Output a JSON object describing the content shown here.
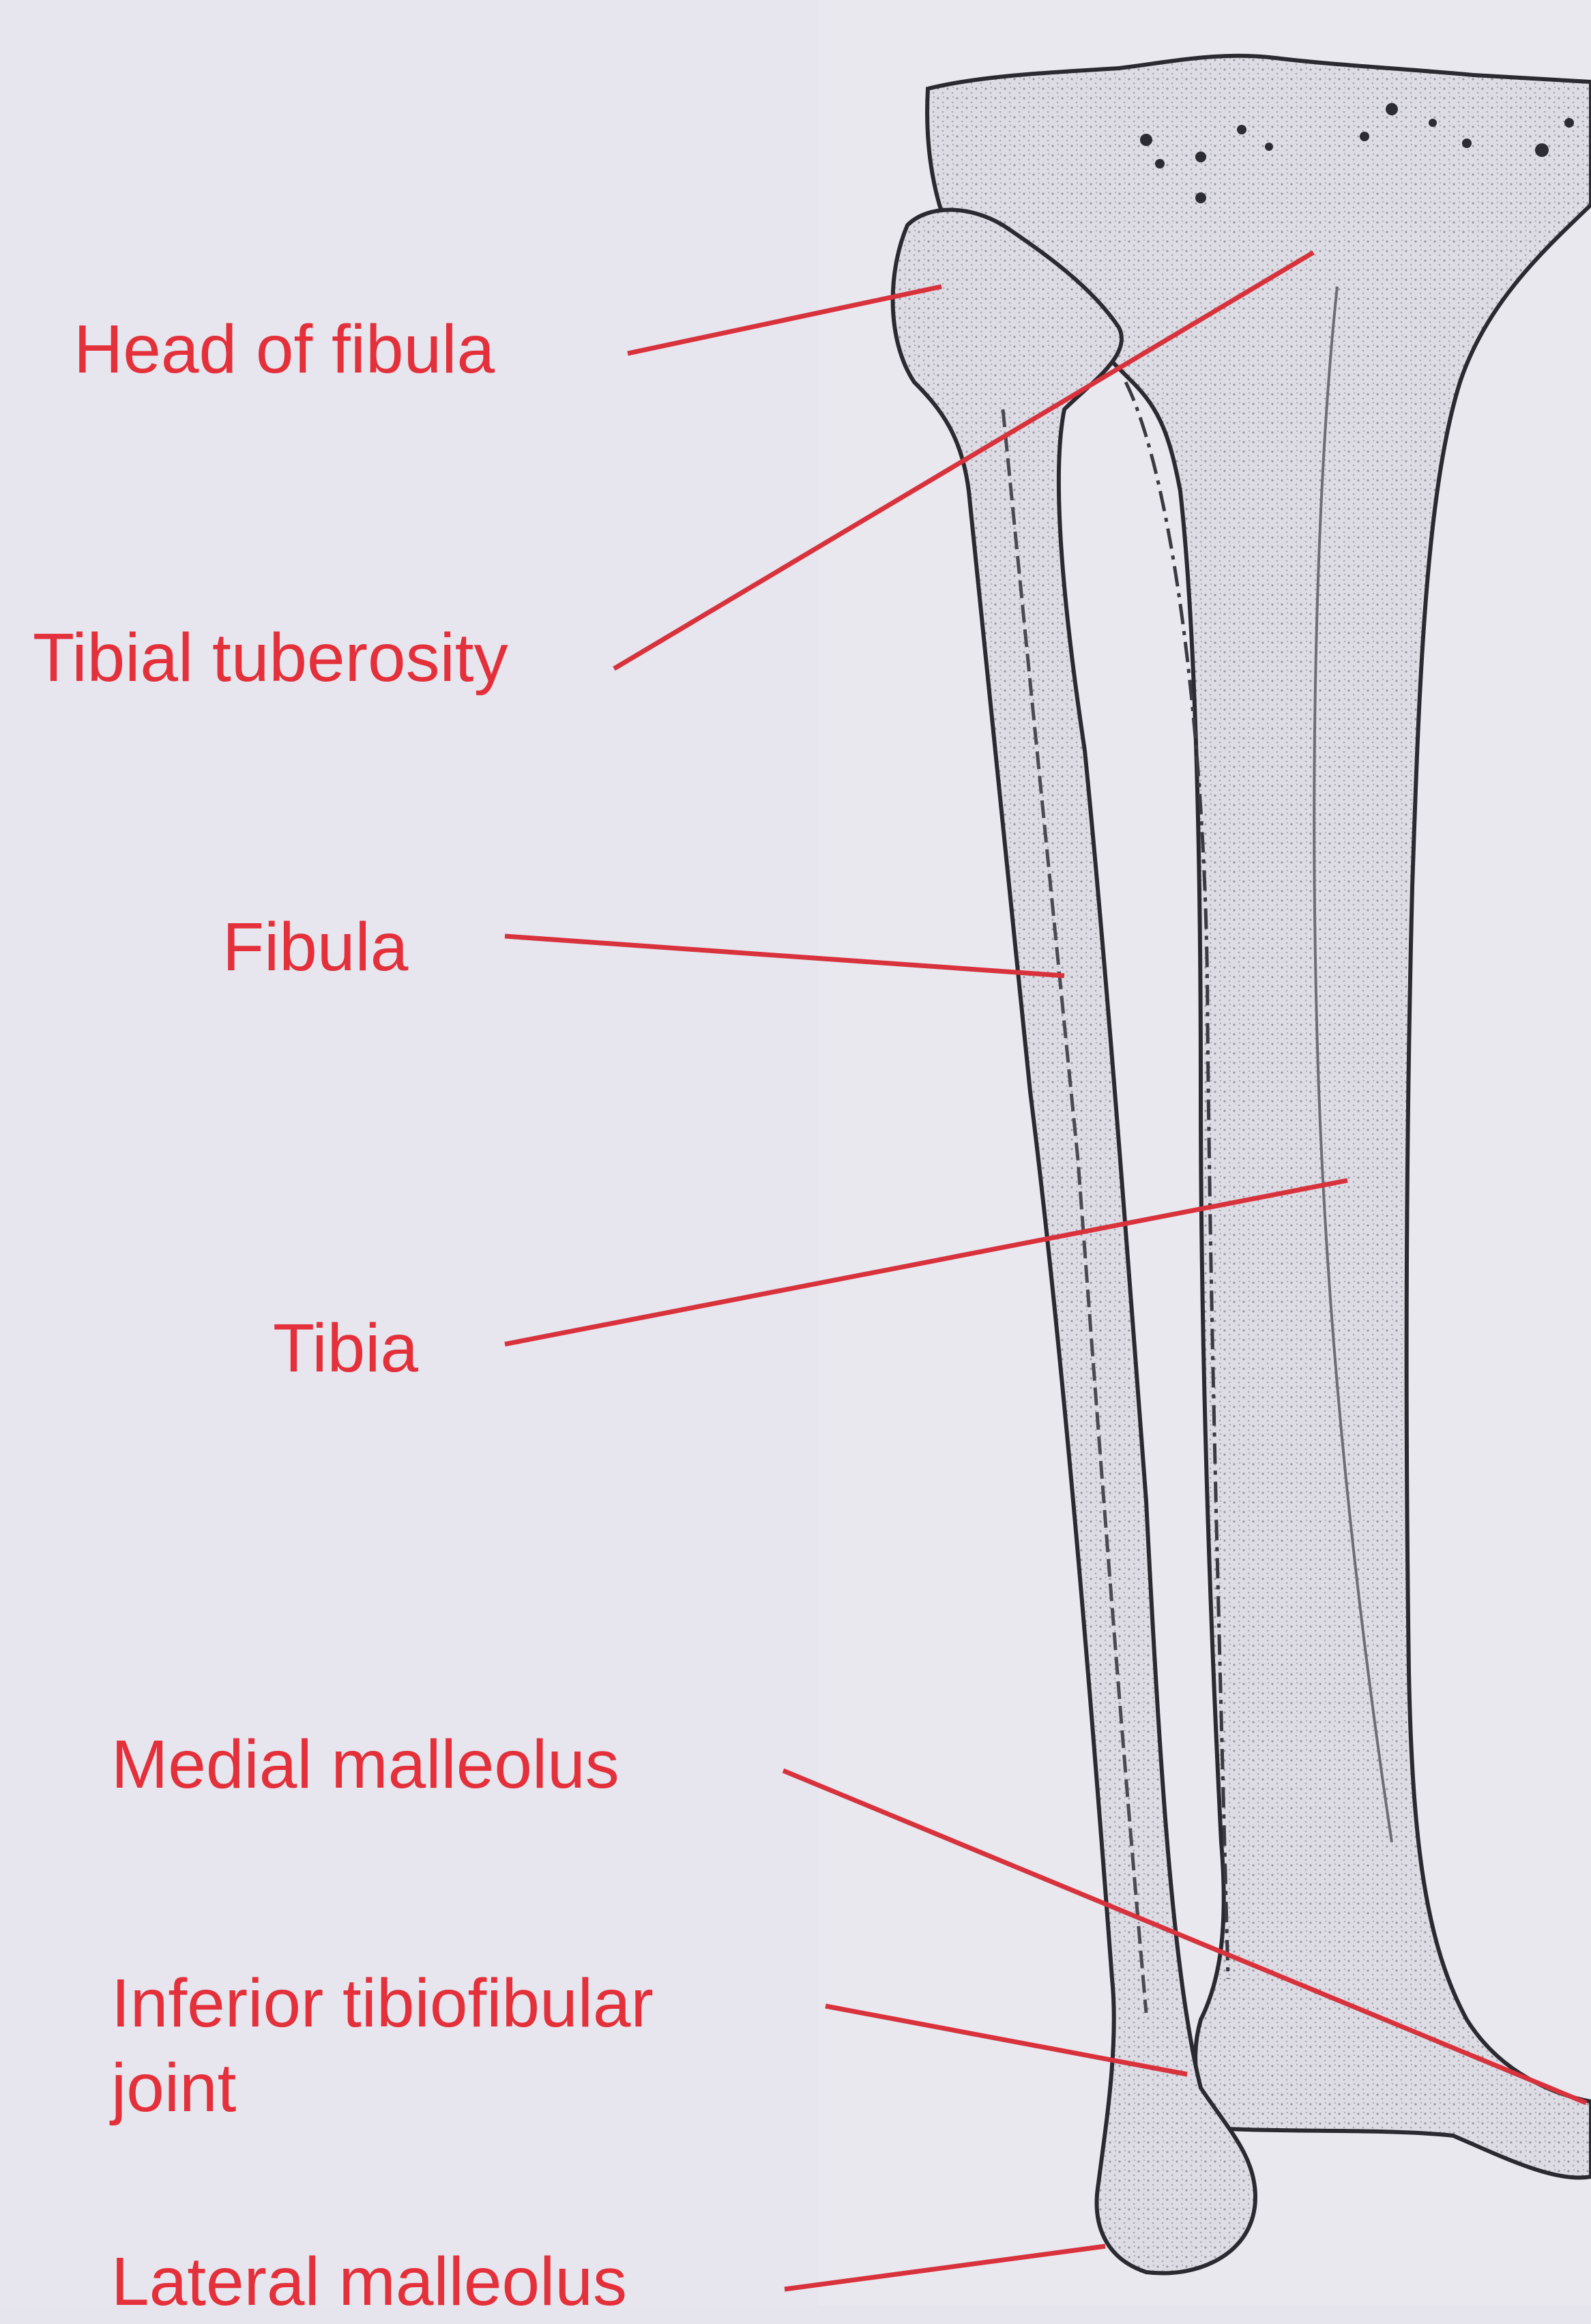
{
  "labels": {
    "head_of_fibula": "Head of fibula",
    "tibial_tuberosity": "Tibial tuberosity",
    "fibula": "Fibula",
    "tibia": "Tibia",
    "medial_malleolus": "Medial malleolus",
    "inferior_tibiofibular_line1": "Inferior tibiofibular",
    "inferior_tibiofibular_line2": "joint",
    "lateral_malleolus": "Lateral malleolus"
  },
  "colors": {
    "label": "#e3303a",
    "leader_line": "#d8323c",
    "bone_fill": "#dcdae2",
    "bone_outline": "#2a2a30",
    "background": "#e7e5ed"
  }
}
